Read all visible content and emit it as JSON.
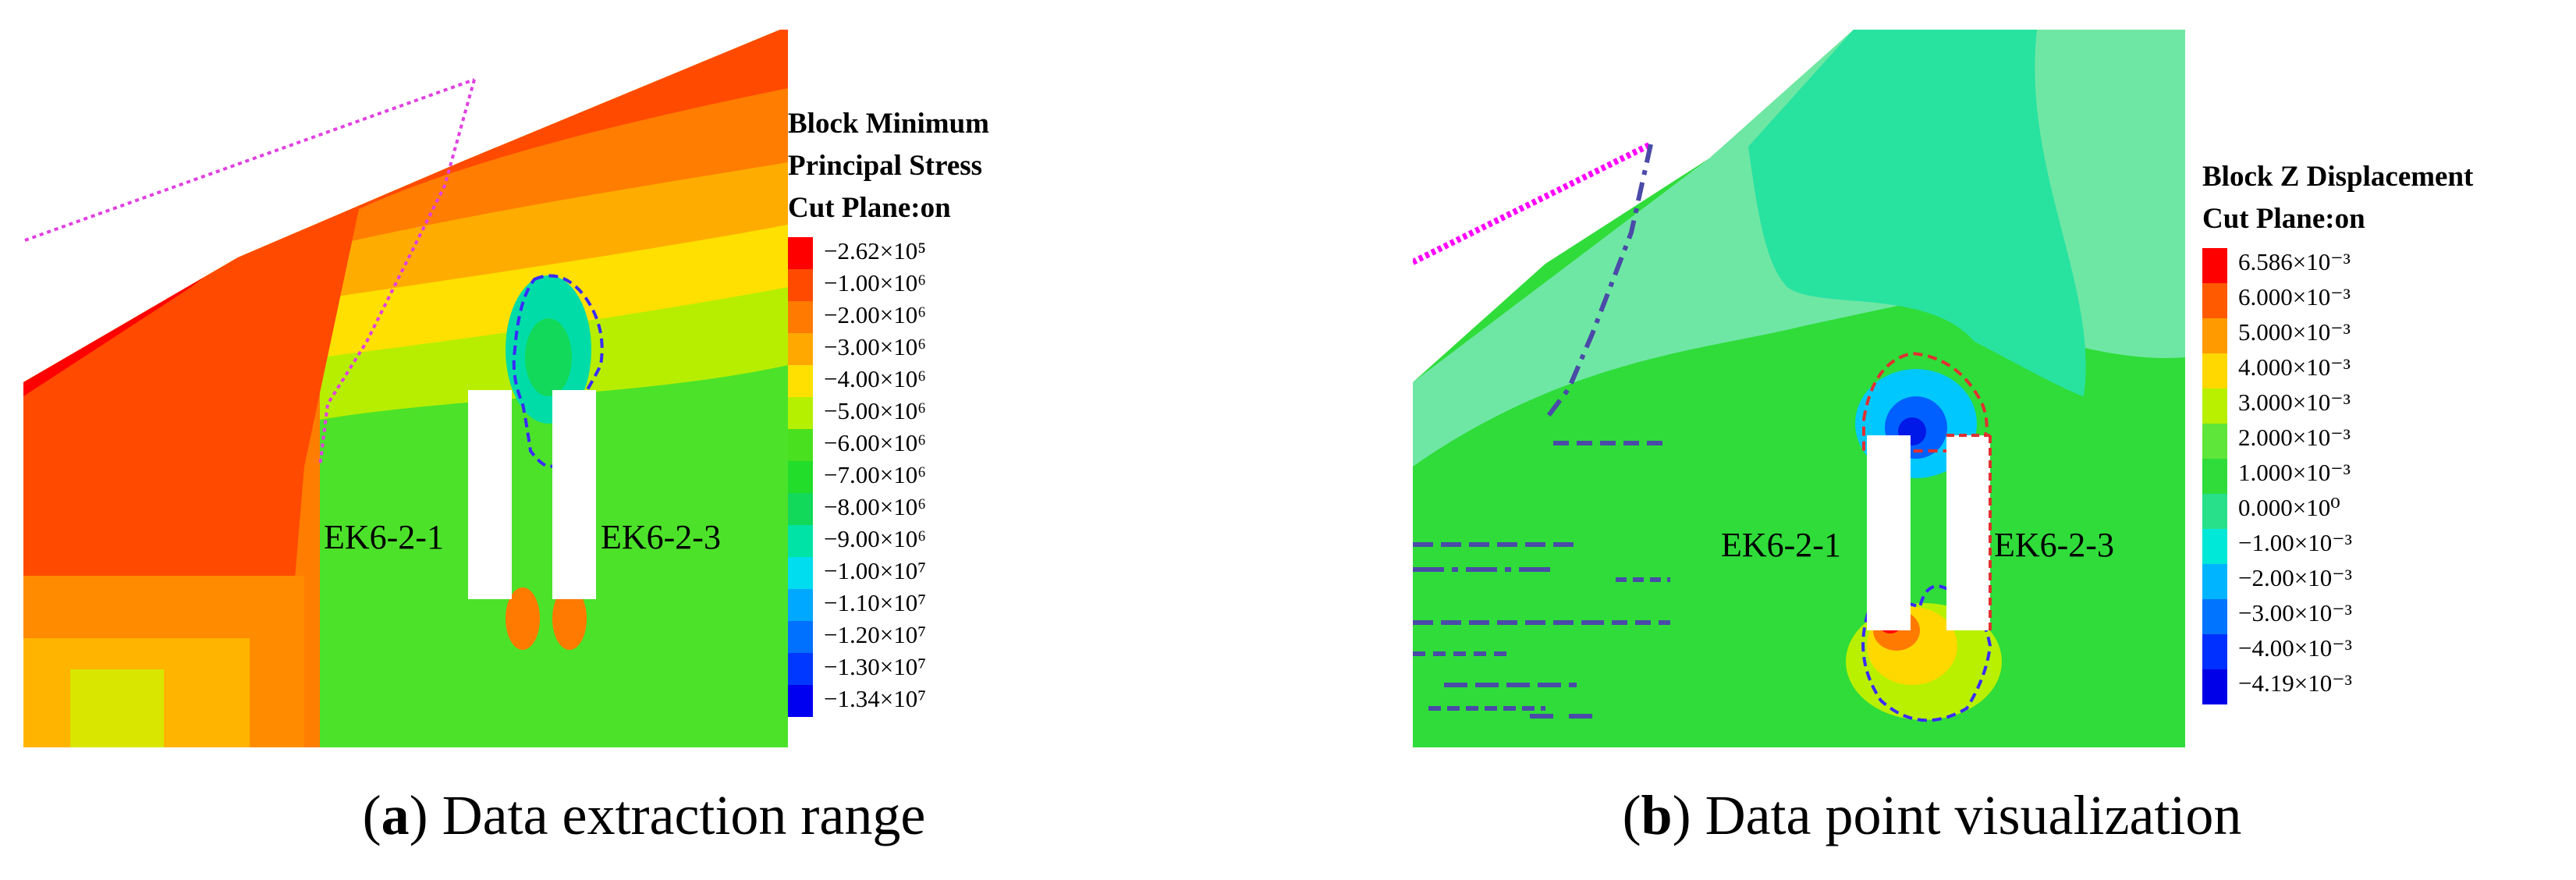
{
  "panels": [
    {
      "id": "a",
      "legend": {
        "title_lines": [
          "Block Minimum",
          "Principal Stress",
          "Cut Plane:on"
        ],
        "entries": [
          {
            "label": "−2.62×10⁵",
            "color": "#ff0000"
          },
          {
            "label": "−1.00×10⁶",
            "color": "#ff4a00"
          },
          {
            "label": "−2.00×10⁶",
            "color": "#ff7a00"
          },
          {
            "label": "−3.00×10⁶",
            "color": "#ffa800"
          },
          {
            "label": "−4.00×10⁶",
            "color": "#ffe000"
          },
          {
            "label": "−5.00×10⁶",
            "color": "#b5f000"
          },
          {
            "label": "−6.00×10⁶",
            "color": "#49e020"
          },
          {
            "label": "−7.00×10⁶",
            "color": "#22dd2a"
          },
          {
            "label": "−8.00×10⁶",
            "color": "#12d95a"
          },
          {
            "label": "−9.00×10⁶",
            "color": "#00e3a6"
          },
          {
            "label": "−1.00×10⁷",
            "color": "#00ddee"
          },
          {
            "label": "−1.10×10⁷",
            "color": "#00a8ff"
          },
          {
            "label": "−1.20×10⁷",
            "color": "#0070ff"
          },
          {
            "label": "−1.30×10⁷",
            "color": "#0038ff"
          },
          {
            "label": "−1.34×10⁷",
            "color": "#0000f0"
          }
        ]
      },
      "labels": {
        "left": "EK6-2-1",
        "right": "EK6-2-3"
      },
      "caption": {
        "letter": "a",
        "text": "Data extraction range"
      }
    },
    {
      "id": "b",
      "legend": {
        "title_lines": [
          "Block Z Displacement",
          "Cut Plane:on"
        ],
        "entries": [
          {
            "label": "6.586×10⁻³",
            "color": "#ff0000"
          },
          {
            "label": "6.000×10⁻³",
            "color": "#ff5a00"
          },
          {
            "label": "5.000×10⁻³",
            "color": "#ff9a00"
          },
          {
            "label": "4.000×10⁻³",
            "color": "#ffd800"
          },
          {
            "label": "3.000×10⁻³",
            "color": "#b8f000"
          },
          {
            "label": "2.000×10⁻³",
            "color": "#5fe63a"
          },
          {
            "label": "1.000×10⁻³",
            "color": "#2fdc3a"
          },
          {
            "label": "0.000×10⁰",
            "color": "#28e08a"
          },
          {
            "label": "−1.00×10⁻³",
            "color": "#00e8d8"
          },
          {
            "label": "−2.00×10⁻³",
            "color": "#00b4ff"
          },
          {
            "label": "−3.00×10⁻³",
            "color": "#0074ff"
          },
          {
            "label": "−4.00×10⁻³",
            "color": "#0030ff"
          },
          {
            "label": "−4.19×10⁻³",
            "color": "#0000e8"
          }
        ]
      },
      "labels": {
        "left": "EK6-2-1",
        "right": "EK6-2-3"
      },
      "caption": {
        "letter": "b",
        "text": "Data point visualization"
      }
    }
  ]
}
